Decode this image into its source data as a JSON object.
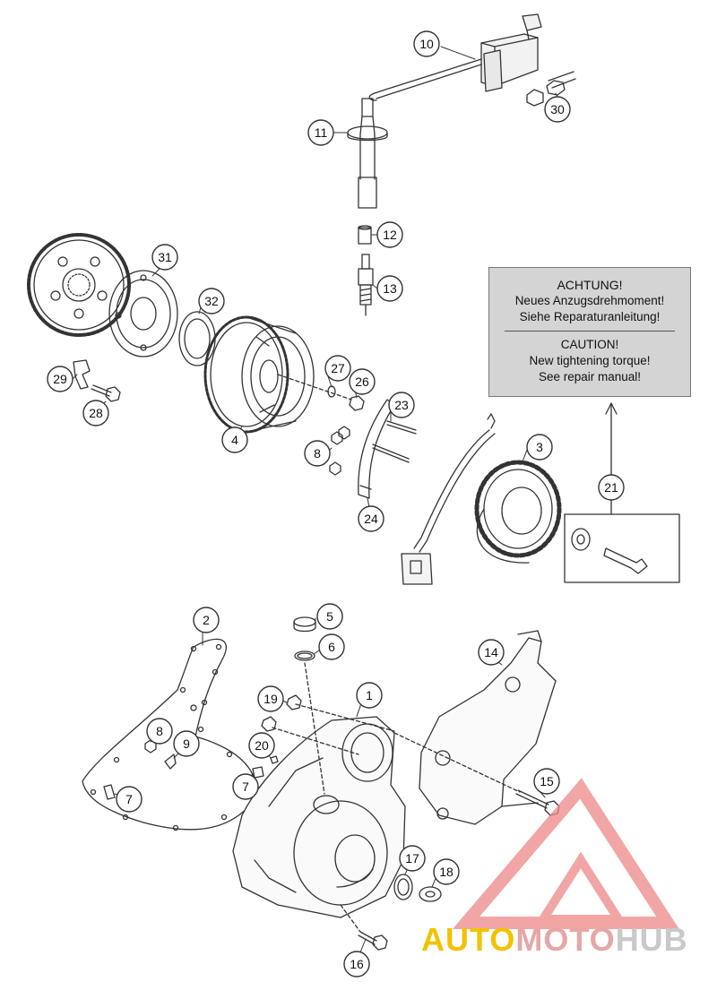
{
  "callouts": [
    {
      "id": "c10",
      "label": "10"
    },
    {
      "id": "c30",
      "label": "30"
    },
    {
      "id": "c11",
      "label": "11"
    },
    {
      "id": "c12",
      "label": "12"
    },
    {
      "id": "c13",
      "label": "13"
    },
    {
      "id": "c31",
      "label": "31"
    },
    {
      "id": "c32",
      "label": "32"
    },
    {
      "id": "c29",
      "label": "29"
    },
    {
      "id": "c28",
      "label": "28"
    },
    {
      "id": "c27",
      "label": "27"
    },
    {
      "id": "c26",
      "label": "26"
    },
    {
      "id": "c4",
      "label": "4"
    },
    {
      "id": "c23",
      "label": "23"
    },
    {
      "id": "c8a",
      "label": "8"
    },
    {
      "id": "c24",
      "label": "24"
    },
    {
      "id": "c3",
      "label": "3"
    },
    {
      "id": "c21",
      "label": "21"
    },
    {
      "id": "c2",
      "label": "2"
    },
    {
      "id": "c5",
      "label": "5"
    },
    {
      "id": "c6",
      "label": "6"
    },
    {
      "id": "c14",
      "label": "14"
    },
    {
      "id": "c19",
      "label": "19"
    },
    {
      "id": "c1",
      "label": "1"
    },
    {
      "id": "c8b",
      "label": "8"
    },
    {
      "id": "c9",
      "label": "9"
    },
    {
      "id": "c20",
      "label": "20"
    },
    {
      "id": "c7a",
      "label": "7"
    },
    {
      "id": "c7b",
      "label": "7"
    },
    {
      "id": "c15",
      "label": "15"
    },
    {
      "id": "c17",
      "label": "17"
    },
    {
      "id": "c18",
      "label": "18"
    },
    {
      "id": "c16",
      "label": "16"
    }
  ],
  "warning": {
    "de_title": "ACHTUNG!",
    "de_line1": "Neues Anzugsdrehmoment!",
    "de_line2": "Siehe Reparaturanleitung!",
    "en_title": "CAUTION!",
    "en_line1": "New tightening torque!",
    "en_line2": "See repair manual!"
  },
  "watermark": {
    "part1": "AUTO",
    "part2": "MOTO",
    "part3": "HUB",
    "color_auto": "#f2c200",
    "color_moto": "#e7a6a6",
    "color_hub": "#c9c9c9",
    "triangle_color": "#ee8888"
  },
  "colors": {
    "line": "#333333",
    "box_fill": "#d4d4d4",
    "callout_fill": "#ffffff"
  }
}
